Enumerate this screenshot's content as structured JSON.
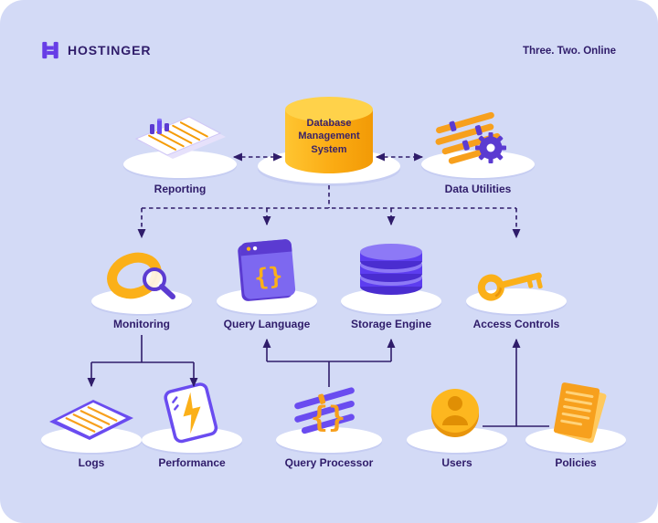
{
  "header": {
    "brand": "HOSTINGER",
    "tagline": "Three. Two. Online"
  },
  "nodes": {
    "dbms": {
      "label": "Database Management System",
      "icon": "database-cylinder-icon"
    },
    "reporting": {
      "label": "Reporting",
      "icon": "report-document-icon"
    },
    "data_utilities": {
      "label": "Data Utilities",
      "icon": "sliders-gear-icon"
    },
    "monitoring": {
      "label": "Monitoring",
      "icon": "magnifier-ring-icon"
    },
    "query_language": {
      "label": "Query Language",
      "icon": "code-card-icon",
      "glyph": "{}"
    },
    "storage_engine": {
      "label": "Storage Engine",
      "icon": "database-stack-icon"
    },
    "access_controls": {
      "label": "Access Controls",
      "icon": "key-icon"
    },
    "logs": {
      "label": "Logs",
      "icon": "log-tablet-icon"
    },
    "performance": {
      "label": "Performance",
      "icon": "lightning-card-icon"
    },
    "query_processor": {
      "label": "Query Processor",
      "icon": "code-sliders-icon",
      "glyph": "{}"
    },
    "users": {
      "label": "Users",
      "icon": "user-coin-icon"
    },
    "policies": {
      "label": "Policies",
      "icon": "policy-document-icon"
    }
  },
  "connections": [
    {
      "from": "dbms",
      "to": "reporting",
      "style": "dashed",
      "bidirectional": true
    },
    {
      "from": "dbms",
      "to": "data_utilities",
      "style": "dashed",
      "bidirectional": true
    },
    {
      "from": "dbms",
      "to": "monitoring",
      "style": "dashed"
    },
    {
      "from": "dbms",
      "to": "query_language",
      "style": "dashed"
    },
    {
      "from": "dbms",
      "to": "storage_engine",
      "style": "dashed"
    },
    {
      "from": "dbms",
      "to": "access_controls",
      "style": "dashed"
    },
    {
      "from": "monitoring",
      "to": "logs",
      "style": "solid"
    },
    {
      "from": "monitoring",
      "to": "performance",
      "style": "solid"
    },
    {
      "from": "query_processor",
      "to": "query_language",
      "style": "solid"
    },
    {
      "from": "query_processor",
      "to": "storage_engine",
      "style": "solid"
    },
    {
      "from": "users",
      "to": "access_controls",
      "style": "solid"
    },
    {
      "from": "policies",
      "to": "access_controls",
      "style": "solid"
    }
  ],
  "colors": {
    "background": "#d3daf6",
    "text": "#2f1c6a",
    "brand_purple": "#673de6",
    "purple_deep": "#5b3bd1",
    "purple_mid": "#6a4cf0",
    "purple_light": "#8d79f6",
    "gold": "#fbb019",
    "orange": "#f59c07",
    "line": "#2f1c6a"
  }
}
